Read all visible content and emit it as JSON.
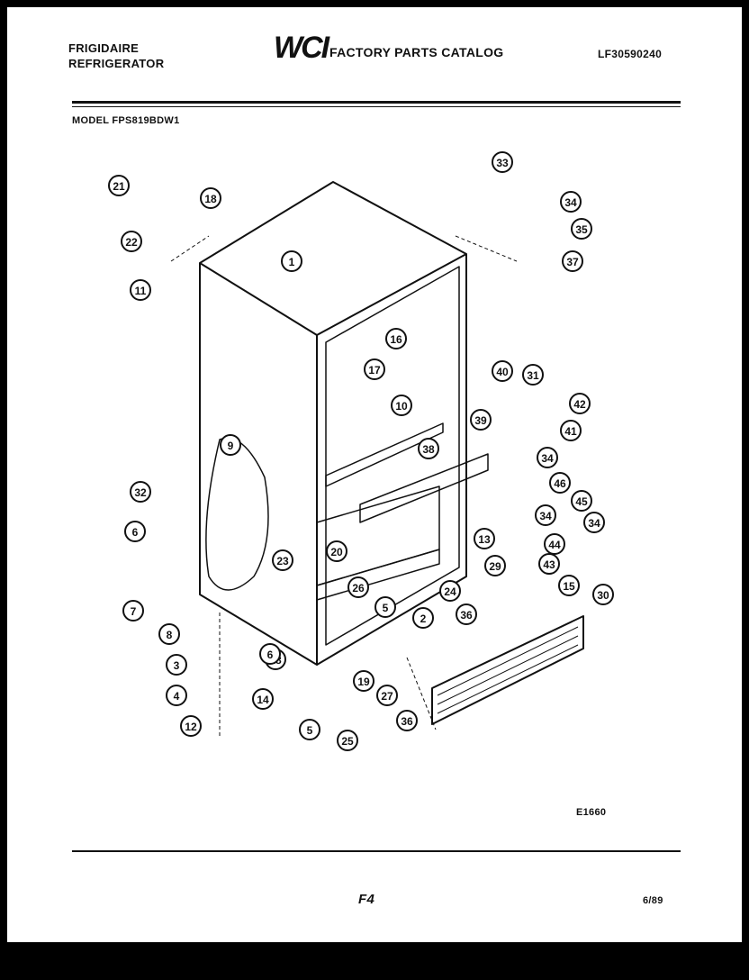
{
  "header": {
    "brand": "FRIGIDAIRE",
    "product": "REFRIGERATOR",
    "logo": "WCI",
    "catalog_title": "FACTORY PARTS CATALOG",
    "catalog_number": "LF30590240",
    "model_label": "MODEL FPS819BDW1"
  },
  "footer": {
    "diagram_code": "E1660",
    "page": "F4",
    "date": "6/89"
  },
  "callouts": [
    "1",
    "2",
    "3",
    "4",
    "5",
    "6",
    "7",
    "8",
    "9",
    "10",
    "11",
    "12",
    "13",
    "14",
    "15",
    "16",
    "17",
    "18",
    "19",
    "20",
    "21",
    "22",
    "23",
    "24",
    "25",
    "26",
    "27",
    "28",
    "29",
    "30",
    "31",
    "32",
    "33",
    "34",
    "34",
    "34",
    "34",
    "35",
    "36",
    "36",
    "37",
    "38",
    "39",
    "40",
    "41",
    "42",
    "43",
    "44",
    "45",
    "46",
    "5",
    "6"
  ]
}
